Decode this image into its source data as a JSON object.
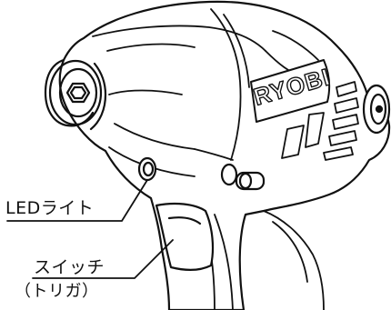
{
  "labels": {
    "led_light": "LEDライト",
    "switch": "スイッチ",
    "trigger_note": "（トリガ）"
  },
  "brand": {
    "logo_text": "RYOBI"
  },
  "colors": {
    "line": "#111111",
    "fill": "#ffffff",
    "shade": "#e8e8e8"
  }
}
